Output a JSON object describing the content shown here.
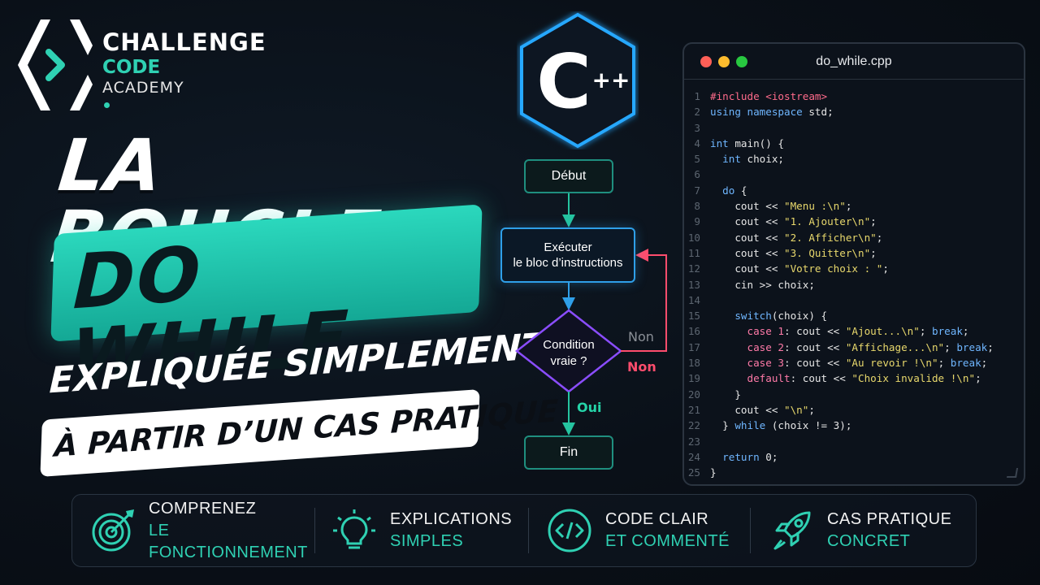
{
  "brand": {
    "line1": "CHALLENGE",
    "line2": "CODE",
    "line3": "ACADEMY",
    "accent": "#2fd1b3"
  },
  "title": {
    "line1": "LA BOUCLE",
    "line2": "DO WHILE",
    "line3": "EXPLIQUÉE SIMPLEMENT",
    "line4": "À PARTIR D’UN CAS PRATIQUE"
  },
  "logo_cpp": {
    "letter": "C",
    "plus": "++"
  },
  "flowchart": {
    "start": "Début",
    "exec_line1": "Exécuter",
    "exec_line2": "le bloc d’instructions",
    "cond_line1": "Condition",
    "cond_line2": "vraie ?",
    "yes": "Oui",
    "no": "Non",
    "no_faint": "Non",
    "end": "Fin"
  },
  "code_window": {
    "filename": "do_while.cpp",
    "dots": [
      "#ff5f57",
      "#febc2e",
      "#28c840"
    ],
    "lines": [
      {
        "n": "1",
        "parts": [
          [
            "pp",
            "#include <iostream>"
          ]
        ]
      },
      {
        "n": "2",
        "parts": [
          [
            "kw",
            "using namespace "
          ],
          [
            "tx",
            "std;"
          ]
        ]
      },
      {
        "n": "3",
        "parts": []
      },
      {
        "n": "4",
        "parts": [
          [
            "kw",
            "int "
          ],
          [
            "tx",
            "main() {"
          ]
        ]
      },
      {
        "n": "5",
        "parts": [
          [
            "tx",
            "  "
          ],
          [
            "kw",
            "int "
          ],
          [
            "tx",
            "choix;"
          ]
        ]
      },
      {
        "n": "6",
        "parts": []
      },
      {
        "n": "7",
        "parts": [
          [
            "tx",
            "  "
          ],
          [
            "kw",
            "do "
          ],
          [
            "tx",
            "{"
          ]
        ]
      },
      {
        "n": "8",
        "parts": [
          [
            "tx",
            "    cout << "
          ],
          [
            "str",
            "\"Menu :\\n\""
          ],
          [
            "tx",
            ";"
          ]
        ]
      },
      {
        "n": "9",
        "parts": [
          [
            "tx",
            "    cout << "
          ],
          [
            "str",
            "\"1. Ajouter\\n\""
          ],
          [
            "tx",
            ";"
          ]
        ]
      },
      {
        "n": "10",
        "parts": [
          [
            "tx",
            "    cout << "
          ],
          [
            "str",
            "\"2. Afficher\\n\""
          ],
          [
            "tx",
            ";"
          ]
        ]
      },
      {
        "n": "11",
        "parts": [
          [
            "tx",
            "    cout << "
          ],
          [
            "str",
            "\"3. Quitter\\n\""
          ],
          [
            "tx",
            ";"
          ]
        ]
      },
      {
        "n": "12",
        "parts": [
          [
            "tx",
            "    cout << "
          ],
          [
            "str",
            "\"Votre choix : \""
          ],
          [
            "tx",
            ";"
          ]
        ]
      },
      {
        "n": "13",
        "parts": [
          [
            "tx",
            "    cin >> choix;"
          ]
        ]
      },
      {
        "n": "14",
        "parts": []
      },
      {
        "n": "15",
        "parts": [
          [
            "tx",
            "    "
          ],
          [
            "kw",
            "switch"
          ],
          [
            "tx",
            "(choix) {"
          ]
        ]
      },
      {
        "n": "16",
        "parts": [
          [
            "tx",
            "      "
          ],
          [
            "cs",
            "case 1"
          ],
          [
            "tx",
            ": cout << "
          ],
          [
            "str",
            "\"Ajout...\\n\""
          ],
          [
            "tx",
            "; "
          ],
          [
            "kw",
            "break"
          ],
          [
            "tx",
            ";"
          ]
        ]
      },
      {
        "n": "17",
        "parts": [
          [
            "tx",
            "      "
          ],
          [
            "cs",
            "case 2"
          ],
          [
            "tx",
            ": cout << "
          ],
          [
            "str",
            "\"Affichage...\\n\""
          ],
          [
            "tx",
            "; "
          ],
          [
            "kw",
            "break"
          ],
          [
            "tx",
            ";"
          ]
        ]
      },
      {
        "n": "18",
        "parts": [
          [
            "tx",
            "      "
          ],
          [
            "cs",
            "case 3"
          ],
          [
            "tx",
            ": cout << "
          ],
          [
            "str",
            "\"Au revoir !\\n\""
          ],
          [
            "tx",
            "; "
          ],
          [
            "kw",
            "break"
          ],
          [
            "tx",
            ";"
          ]
        ]
      },
      {
        "n": "19",
        "parts": [
          [
            "tx",
            "      "
          ],
          [
            "cs",
            "default"
          ],
          [
            "tx",
            ": cout << "
          ],
          [
            "str",
            "\"Choix invalide !\\n\""
          ],
          [
            "tx",
            ";"
          ]
        ]
      },
      {
        "n": "20",
        "parts": [
          [
            "tx",
            "    }"
          ]
        ]
      },
      {
        "n": "21",
        "parts": [
          [
            "tx",
            "    cout << "
          ],
          [
            "str",
            "\"\\n\""
          ],
          [
            "tx",
            ";"
          ]
        ]
      },
      {
        "n": "22",
        "parts": [
          [
            "tx",
            "  } "
          ],
          [
            "kw",
            "while "
          ],
          [
            "tx",
            "(choix != 3);"
          ]
        ]
      },
      {
        "n": "23",
        "parts": []
      },
      {
        "n": "24",
        "parts": [
          [
            "tx",
            "  "
          ],
          [
            "kw",
            "return "
          ],
          [
            "tx",
            "0;"
          ]
        ]
      },
      {
        "n": "25",
        "parts": [
          [
            "tx",
            "}"
          ]
        ]
      }
    ]
  },
  "features": [
    {
      "icon": "target-icon",
      "line1": "COMPRENEZ",
      "line2": "LE FONCTIONNEMENT"
    },
    {
      "icon": "lightbulb-icon",
      "line1": "EXPLICATIONS",
      "line2": "SIMPLES"
    },
    {
      "icon": "code-icon",
      "line1": "CODE CLAIR",
      "line2": "ET COMMENTÉ"
    },
    {
      "icon": "rocket-icon",
      "line1": "CAS PRATIQUE",
      "line2": "CONCRET"
    }
  ]
}
